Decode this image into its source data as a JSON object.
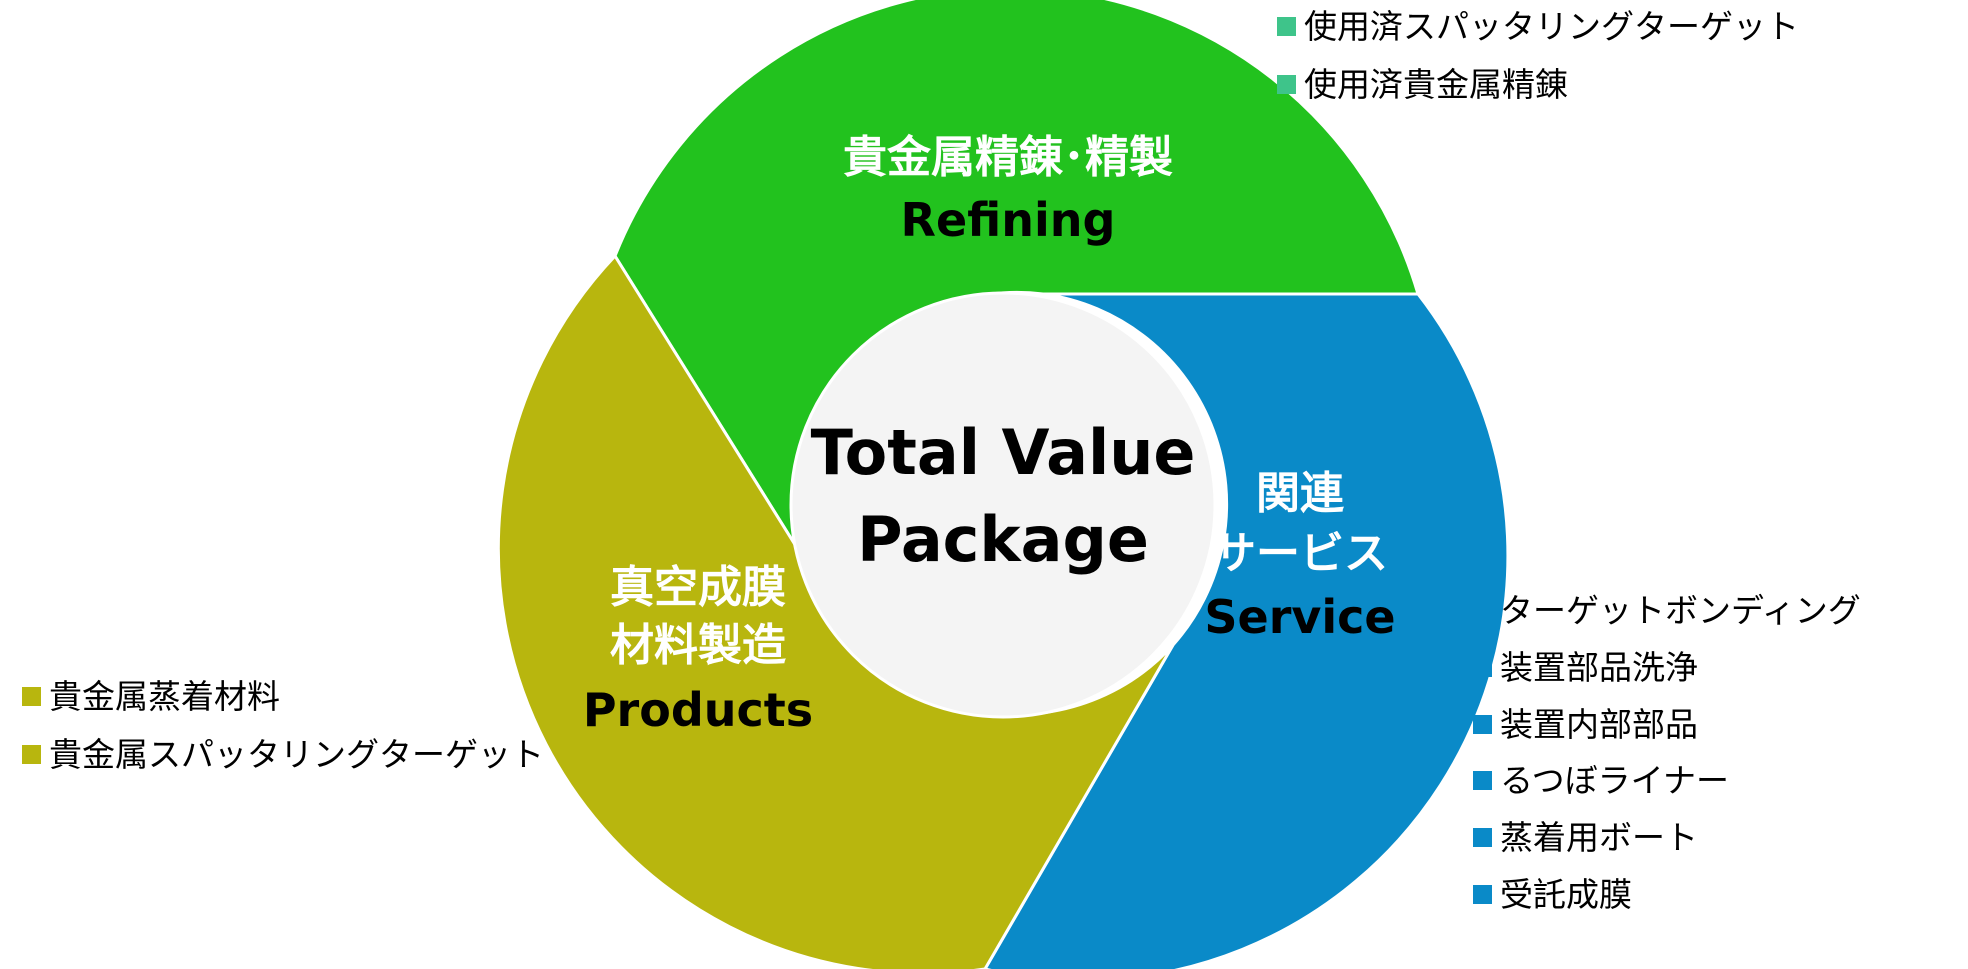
{
  "center": {
    "line1": "Total Value",
    "line2": "Package"
  },
  "colors": {
    "refining": "#22c21e",
    "service": "#0a8ac8",
    "products": "#b8b60e",
    "refining_legend": "#3ec48a",
    "center_fill": "#f4f4f4"
  },
  "segments": {
    "refining": {
      "title": "貴金属精錬･精製",
      "sub": "Refining"
    },
    "service": {
      "title1": "関連",
      "title2": "サービス",
      "sub": "Service"
    },
    "products": {
      "title1": "真空成膜",
      "title2": "材料製造",
      "sub": "Products"
    }
  },
  "legends": {
    "refining": [
      "使用済スパッタリングターゲット",
      "使用済貴金属精錬"
    ],
    "service": [
      "ターゲットボンディング",
      "装置部品洗浄",
      "装置内部部品",
      "るつぼライナー",
      "蒸着用ボート",
      "受託成膜"
    ],
    "products": [
      "貴金属蒸着材料",
      "貴金属スパッタリングターゲット"
    ]
  }
}
